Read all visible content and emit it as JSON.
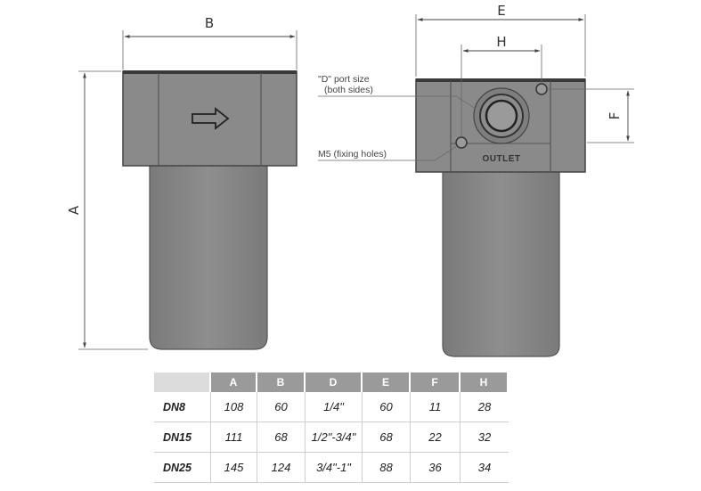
{
  "dimensions": {
    "a": "A",
    "b": "B",
    "e": "E",
    "f": "F",
    "h": "H"
  },
  "annotations": {
    "port_size": "\"D\" port size",
    "port_size_sub": "(both sides)",
    "fixing_holes": "M5 (fixing holes)",
    "outlet": "OUTLET"
  },
  "colors": {
    "body": "#8a8a8a",
    "body_dark": "#6e6e6e",
    "table_header": "#9a9a9a"
  },
  "table": {
    "headers": [
      "",
      "A",
      "B",
      "D",
      "E",
      "F",
      "H"
    ],
    "rows": [
      [
        "DN8",
        "108",
        "60",
        "1/4\"",
        "60",
        "11",
        "28"
      ],
      [
        "DN15",
        "111",
        "68",
        "1/2\"-3/4\"",
        "68",
        "22",
        "32"
      ],
      [
        "DN25",
        "145",
        "124",
        "3/4\"-1\"",
        "88",
        "36",
        "34"
      ]
    ]
  }
}
